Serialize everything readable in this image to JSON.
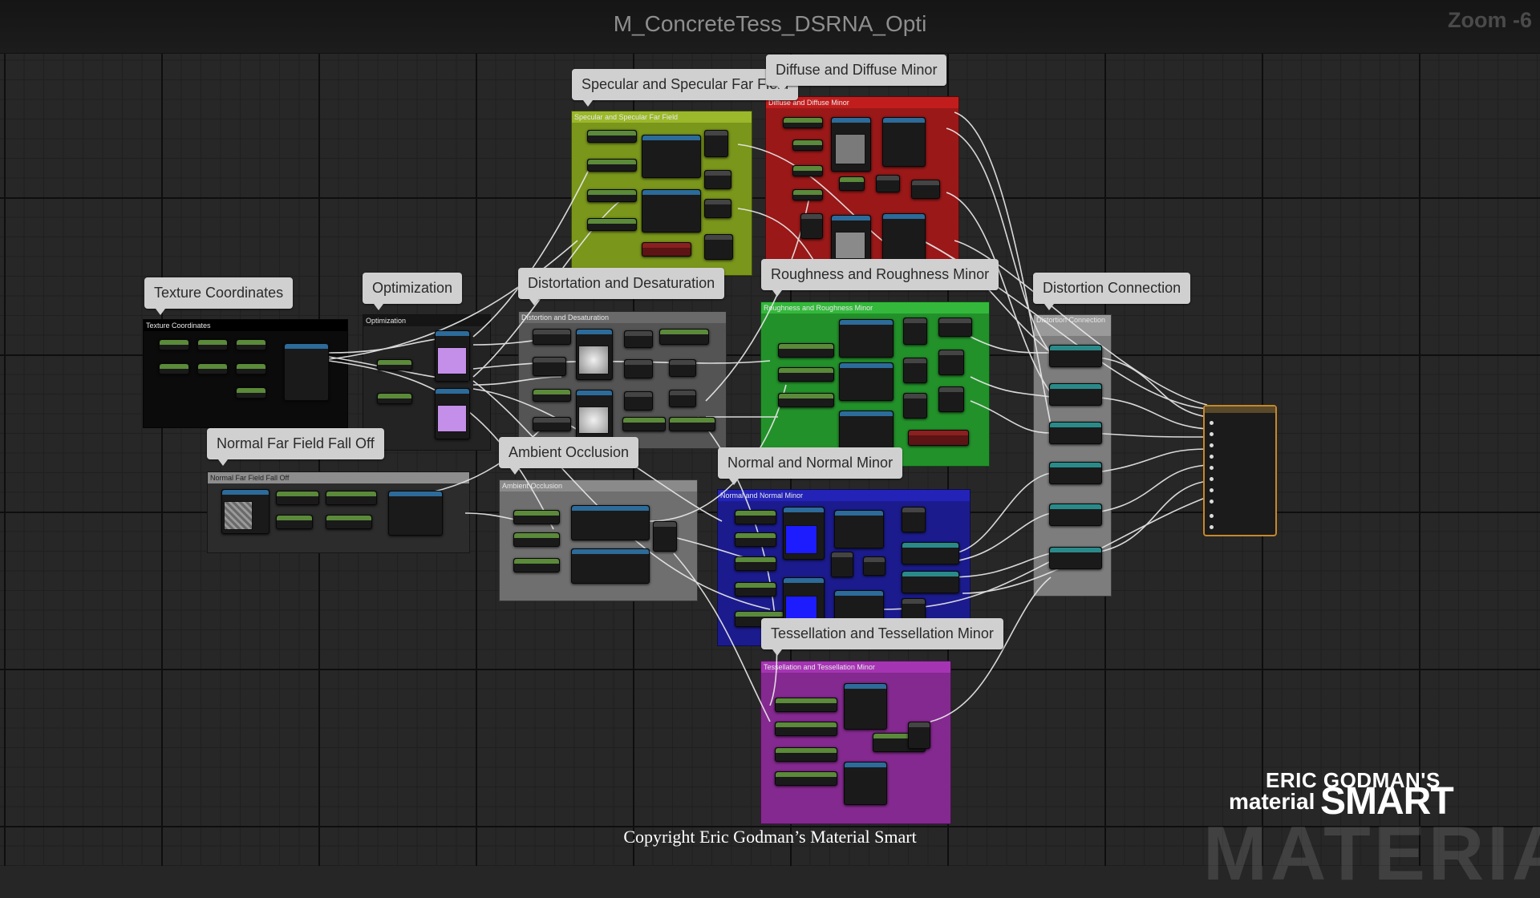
{
  "graph": {
    "title": "M_ConcreteTess_DSRNA_Opti",
    "zoom": "Zoom -6"
  },
  "comments": [
    {
      "id": "texture-coordinates",
      "bubble": "Texture Coordinates",
      "header": "Texture Coordinates",
      "color": "#0a0a0a"
    },
    {
      "id": "optimization",
      "bubble": "Optimization",
      "header": "Optimization",
      "color": "#2b2b2b"
    },
    {
      "id": "specular",
      "bubble": "Specular and Specular Far Field",
      "header": "Specular and Specular Far Field",
      "color": "#7d9a1d"
    },
    {
      "id": "diffuse",
      "bubble": "Diffuse and Diffuse Minor",
      "header": "Diffuse and Diffuse Minor",
      "color": "#9e1a1a"
    },
    {
      "id": "distortion-desaturation",
      "bubble": "Distortation and Desaturation",
      "header": "Distortion and Desaturation",
      "color": "#565656"
    },
    {
      "id": "roughness",
      "bubble": "Roughness and Roughness Minor",
      "header": "Roughness and Roughness Minor",
      "color": "#27922e"
    },
    {
      "id": "distortion-connection",
      "bubble": "Distortion Connection",
      "header": "Distortion Connection",
      "color": "#8a8a8a"
    },
    {
      "id": "normal-far-field",
      "bubble": "Normal Far Field Fall Off",
      "header": "Normal Far Field Fall Off",
      "color": "#3a3a3a"
    },
    {
      "id": "ambient-occlusion",
      "bubble": "Ambient Occlusion",
      "header": "Ambient Occlusion",
      "color": "#777777"
    },
    {
      "id": "normal",
      "bubble": "Normal and Normal Minor",
      "header": "Normal and Normal Minor",
      "color": "#1d1d96"
    },
    {
      "id": "tessellation",
      "bubble": "Tessellation and Tessellation Minor",
      "header": "Tessellation and Tessellation Minor",
      "color": "#8a2a9a"
    }
  ],
  "branding": {
    "line1": "ERIC GODMAN'S",
    "line2a": "material",
    "line2b": "SMART",
    "watermark": "MATERIAL",
    "copyright": "Copyright Eric Godman’s Material Smart"
  }
}
